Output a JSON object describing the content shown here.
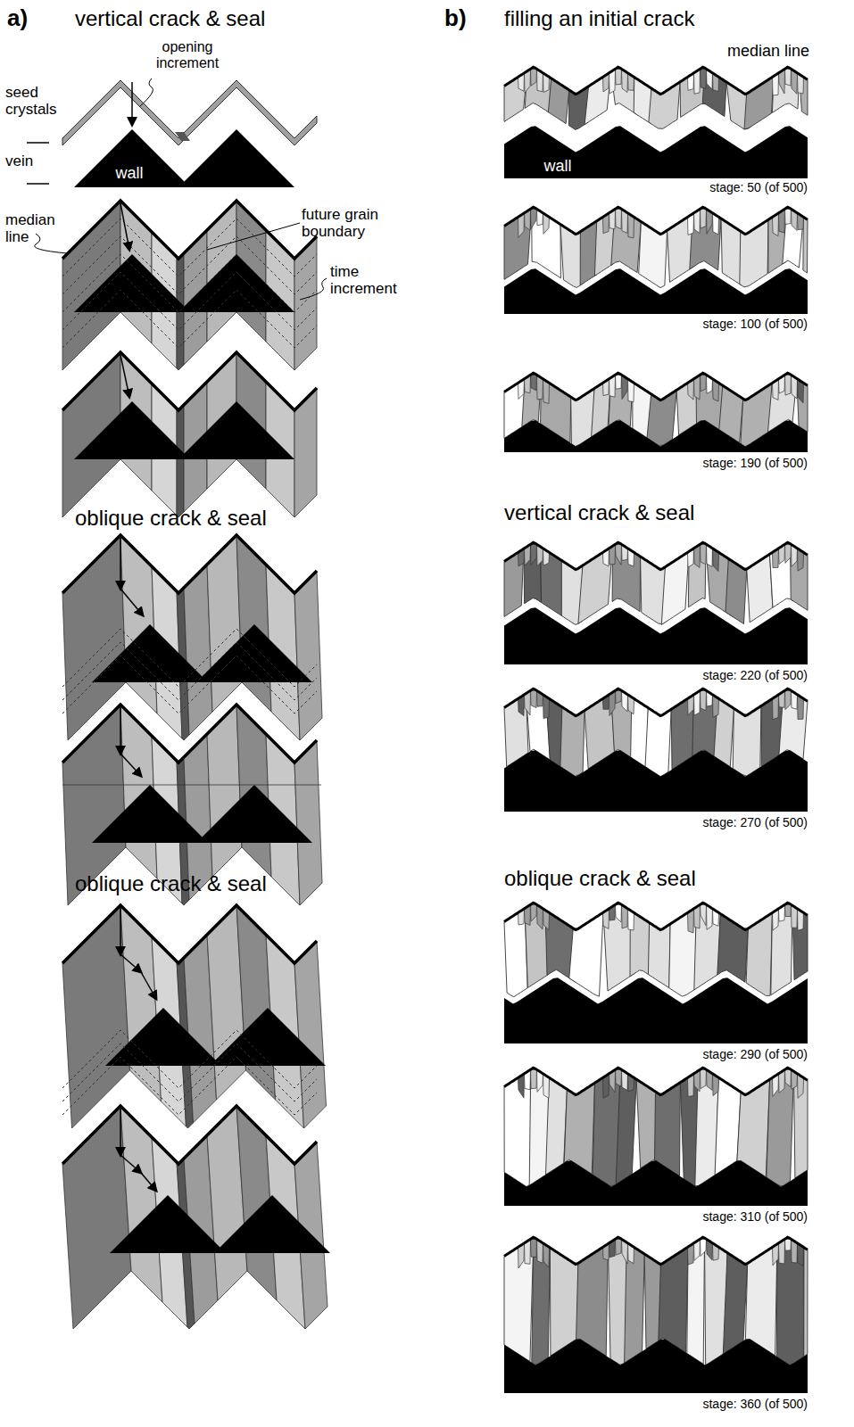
{
  "diagram": {
    "nodes": [
      {
        "text": [
          "wall"
        ]
      },
      {
        "text": [
          "wall"
        ]
      }
    ],
    "labels": [
      "a)",
      "vertical crack & seal",
      "opening increment",
      "seed crystals",
      "vein",
      "median line",
      "future grain boundary",
      "time increment",
      "oblique crack & seal",
      "oblique crack & seal",
      "b)",
      "filling an initial crack",
      "median line",
      "stage: 50 (of 500)",
      "stage: 100 (of 500)",
      "stage: 190 (of 500)",
      "vertical crack & seal",
      "stage: 220 (of 500)",
      "stage: 270 (of 500)",
      "oblique crack & seal",
      "stage: 290 (of 500)",
      "stage: 310 (of 500)",
      "stage: 360 (of 500)"
    ]
  }
}
